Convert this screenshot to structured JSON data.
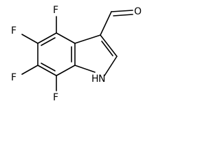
{
  "structure": {
    "atoms": {
      "f4": "F",
      "f5": "F",
      "f6": "F",
      "f7": "F",
      "o": "O",
      "nh": "H",
      "n": "N"
    }
  }
}
